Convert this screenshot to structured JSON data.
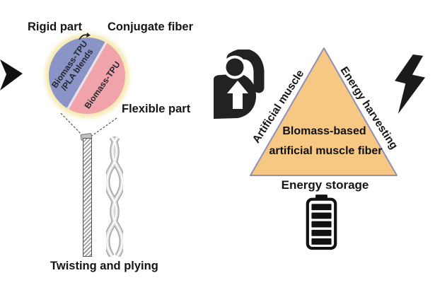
{
  "figure": {
    "left": {
      "rigid_part_label": "Rigid part",
      "conjugate_fiber_label": "Conjugate fiber",
      "flexible_part_label": "Flexible part",
      "fiber_cross_section": {
        "rigid_segment_line1": "Biomass-TPU",
        "rigid_segment_line2": "/PLA blends",
        "flexible_segment_label": "Biomass-TPU",
        "rigid_color": "#8b94c7",
        "flexible_color": "#f1a3ac",
        "ring_color": "#f6ecb4"
      },
      "process_label": "Twisting and plying"
    },
    "right": {
      "triangle": {
        "fill_color": "#f6c883",
        "border_color": "#8e90b5",
        "left_edge_label": "Artificial muscle",
        "right_edge_label": "Energy harvesting",
        "bottom_label": "Energy storage",
        "center_line1": "Blomass-based",
        "center_line2": "artificial muscle fiber"
      },
      "icons": {
        "muscle_icon": "flexed-bicep-arm",
        "lightning_icon": "lightning-bolt",
        "battery_icon": "full-battery"
      }
    }
  }
}
